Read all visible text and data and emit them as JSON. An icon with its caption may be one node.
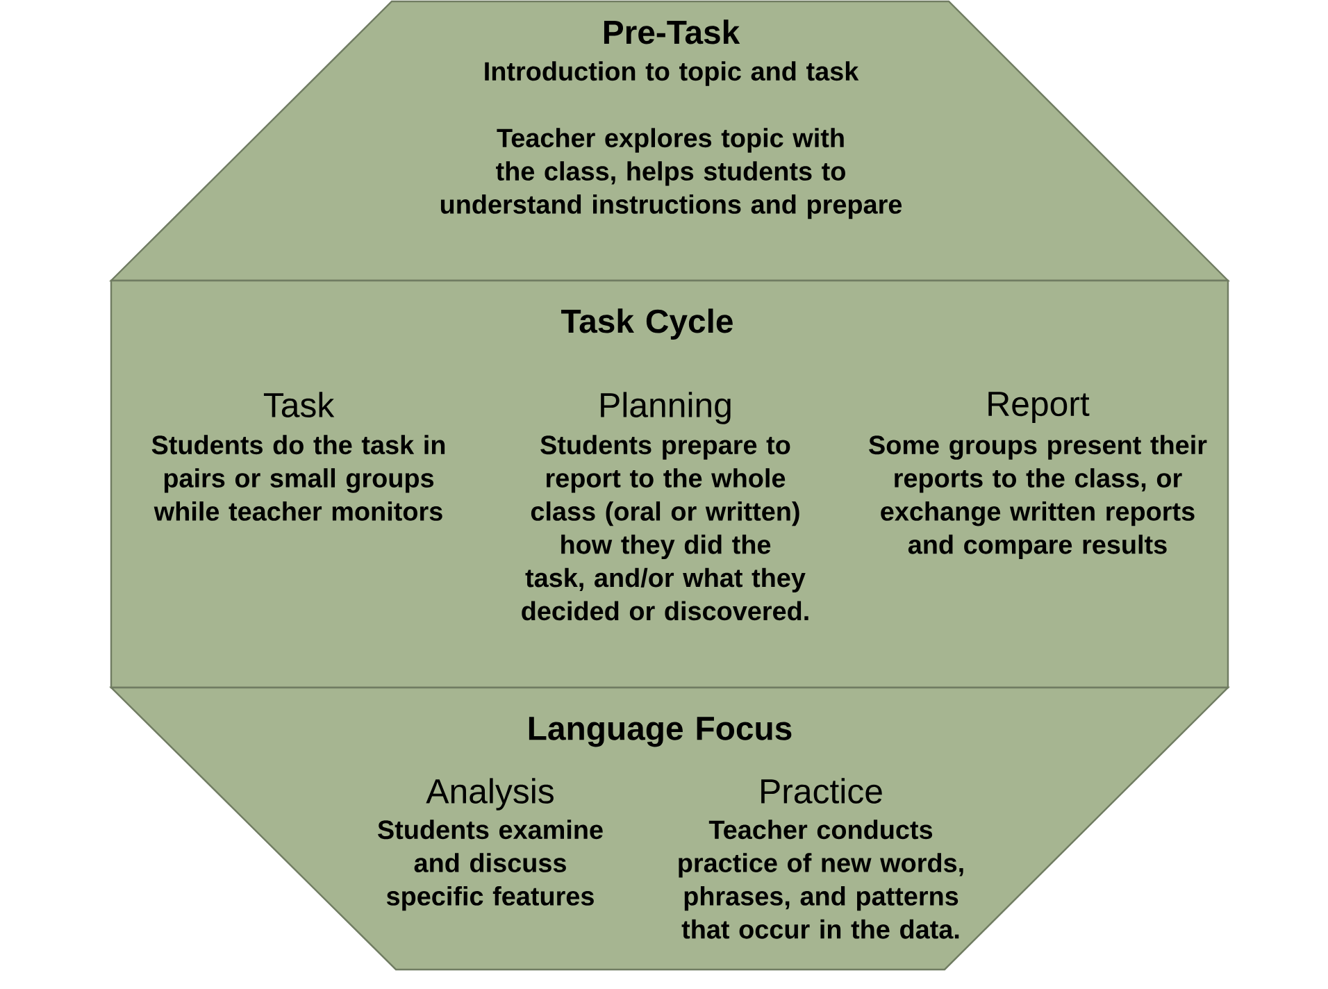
{
  "diagram": {
    "nodes": [
      {
        "text": [
          "Pre-Task",
          "Introduction to topic and task",
          "Teacher explores topic with the class, helps students to understand instructions and prepare"
        ]
      },
      {
        "text": [
          "Task Cycle",
          "Task",
          "Students do the task in pairs or small groups while teacher monitors",
          "Planning",
          "Students prepare to report to the whole class (oral or written) how they did the task, and/or what they decided or discovered.",
          "Report",
          "Some groups present their reports to the class, or exchange written reports and compare results"
        ]
      },
      {
        "text": [
          "Language Focus",
          "Analysis",
          "Students examine and discuss specific features",
          "Practice",
          "Teacher conducts practice of new words, phrases, and patterns that occur in the data."
        ]
      }
    ]
  }
}
